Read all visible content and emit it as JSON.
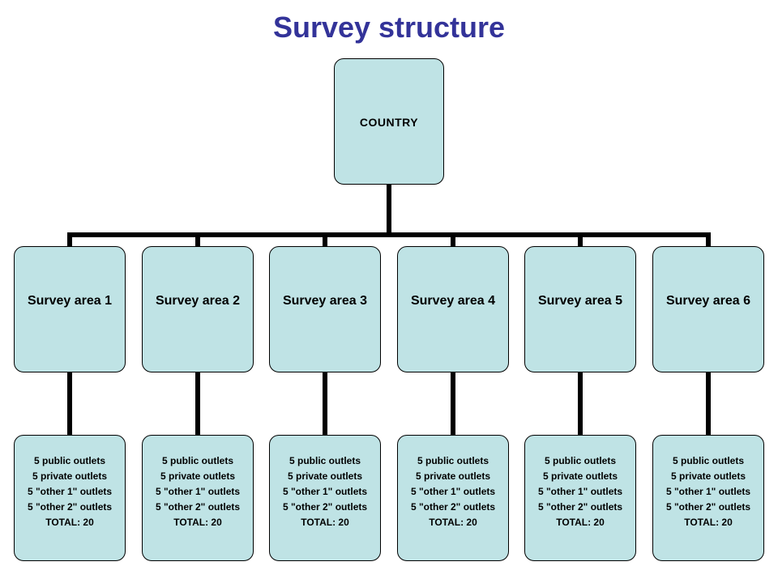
{
  "title": "Survey structure",
  "colors": {
    "box_fill": "#bfe3e5",
    "box_border": "#000000",
    "connector": "#000000",
    "title": "#333399"
  },
  "root": {
    "label": "COUNTRY"
  },
  "areas": [
    {
      "label": "Survey area 1",
      "details": [
        "5 public outlets",
        "5 private outlets",
        "5 \"other 1\" outlets",
        "5 \"other 2\" outlets",
        "TOTAL: 20"
      ]
    },
    {
      "label": "Survey area 2",
      "details": [
        "5 public outlets",
        "5 private outlets",
        "5 \"other 1\" outlets",
        "5 \"other 2\" outlets",
        "TOTAL: 20"
      ]
    },
    {
      "label": "Survey area 3",
      "details": [
        "5 public outlets",
        "5 private outlets",
        "5 \"other 1\" outlets",
        "5 \"other 2\" outlets",
        "TOTAL: 20"
      ]
    },
    {
      "label": "Survey area 4",
      "details": [
        "5 public outlets",
        "5 private outlets",
        "5 \"other 1\" outlets",
        "5 \"other 2\" outlets",
        "TOTAL: 20"
      ]
    },
    {
      "label": "Survey area 5",
      "details": [
        "5 public outlets",
        "5 private outlets",
        "5 \"other 1\" outlets",
        "5 \"other 2\" outlets",
        "TOTAL: 20"
      ]
    },
    {
      "label": "Survey area 6",
      "details": [
        "5 public outlets",
        "5 private outlets",
        "5 \"other 1\" outlets",
        "5 \"other 2\" outlets",
        "TOTAL: 20"
      ]
    }
  ]
}
